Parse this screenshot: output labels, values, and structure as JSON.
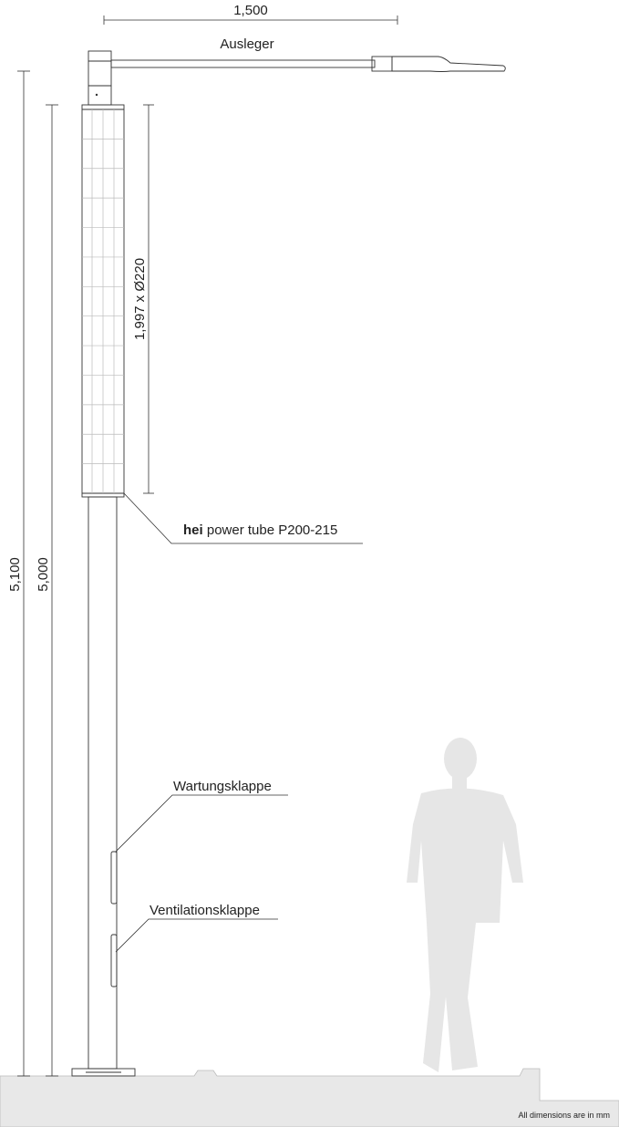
{
  "dimensions": {
    "arm_length": "1,500",
    "total_height": "5,100",
    "pole_height": "5,000",
    "tube_size": "1,997 x Ø220"
  },
  "labels": {
    "arm": "Ausleger",
    "tube_brand": "hei",
    "tube_model": " power tube P200-215",
    "maintenance_hatch": "Wartungsklappe",
    "ventilation_hatch": "Ventilationsklappe"
  },
  "footer_note": "All dimensions are in mm",
  "colors": {
    "ground": "#e8e8e8",
    "human_silhouette": "#e6e6e6",
    "line": "#333333"
  }
}
